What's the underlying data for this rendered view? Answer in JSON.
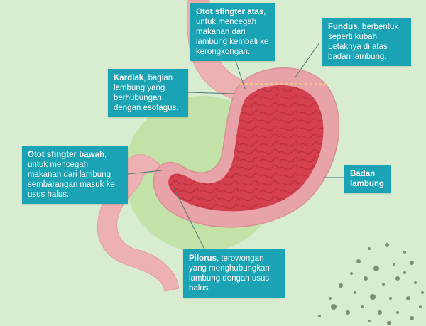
{
  "labels": {
    "otot_atas": {
      "term": "Otot sfingter atas",
      "desc": ", untuk mencegah makanan dari lambung kembali ke kerongkongan."
    },
    "fundus": {
      "term": "Fundus",
      "desc": ", berbentuk seperti kubah. Letaknya di atas badan lambung."
    },
    "kardiak": {
      "term": "Kardiak",
      "desc": ", bagian lambung yang berhubungan dengan esofagus."
    },
    "otot_bawah": {
      "term": "Otot sfingter bawah",
      "desc": ", untuk mencegah makanan dari lambung sembarangan masuk ke usus halus."
    },
    "badan": {
      "term": "Badan lambung",
      "desc": ""
    },
    "pilorus": {
      "term": "Pilorus",
      "desc": ", terowongan yang menghubungkan lambung dengan usus halus."
    }
  },
  "colors": {
    "background": "#d8ecd0",
    "circle": "#c3e2a8",
    "label_box": "#1aa3b5",
    "stomach_outer": "#e7a3a8",
    "stomach_inner": "#d4404e",
    "tube": "#eeb1b3",
    "leader_line": "#4d7a74"
  }
}
